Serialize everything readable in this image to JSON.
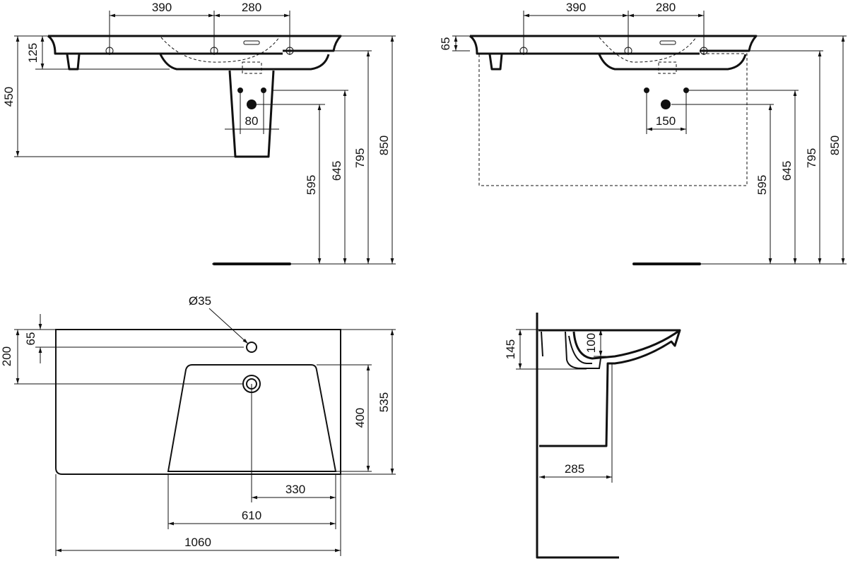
{
  "front_view_pedestal": {
    "tap_spacing_left": "390",
    "tap_spacing_right": "280",
    "rim_height": "125",
    "pedestal_height": "450",
    "supply_spacing": "80",
    "waste_height": "595",
    "supply_height": "645",
    "underside_height": "795",
    "rim_floor_height": "850"
  },
  "front_view_wall": {
    "tap_spacing_left": "390",
    "tap_spacing_right": "280",
    "rim_thickness": "65",
    "supply_spacing": "150",
    "waste_height": "595",
    "supply_height": "645",
    "underside_height": "795",
    "rim_floor_height": "850"
  },
  "plan_view": {
    "tap_hole_diameter": "Ø35",
    "tap_hole_offset": "65",
    "waste_offset": "200",
    "bowl_depth": "400",
    "total_depth": "535",
    "waste_to_right": "330",
    "bowl_width": "610",
    "total_width": "1060"
  },
  "side_view": {
    "total_height": "145",
    "bowl_depth": "100",
    "pedestal_projection": "285"
  }
}
